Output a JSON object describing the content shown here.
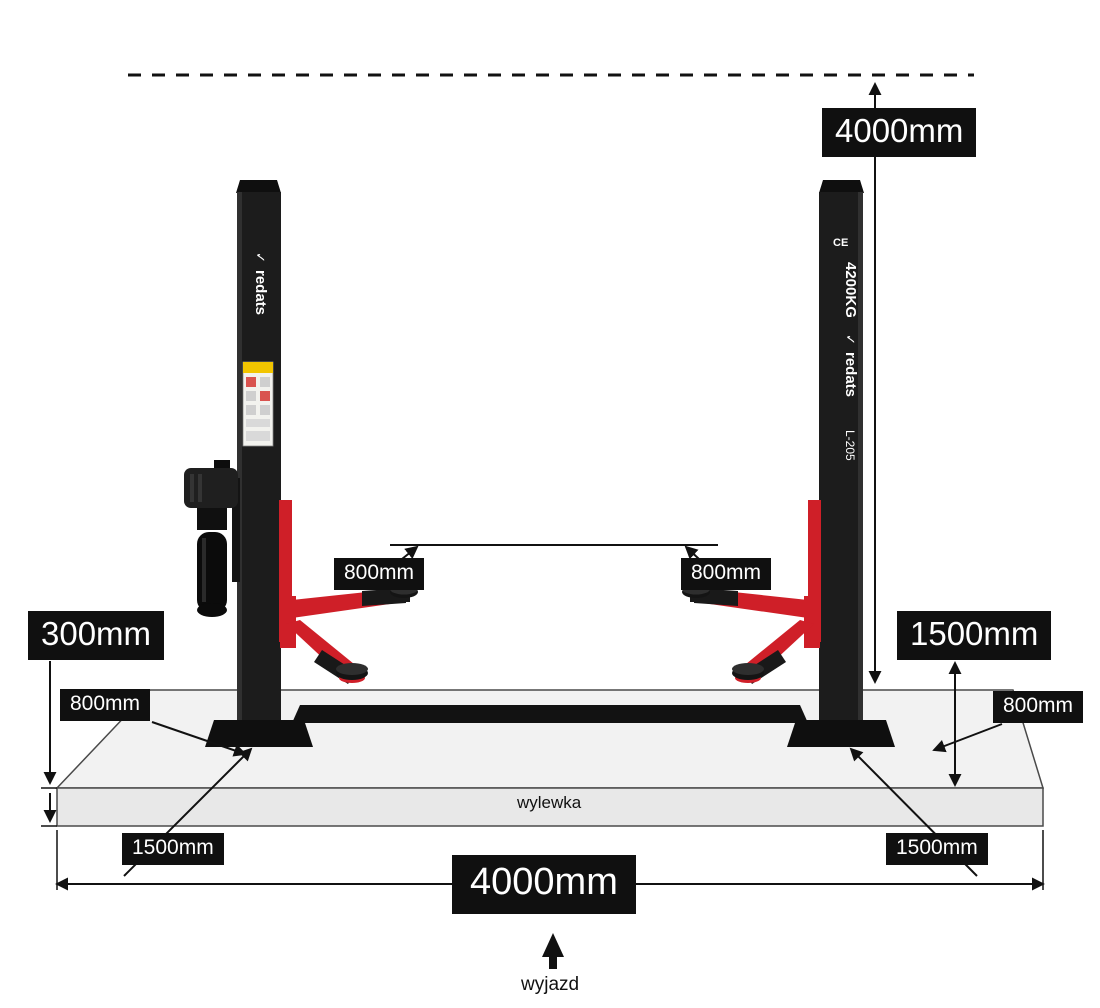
{
  "labels": {
    "ceiling_height": "4000mm",
    "total_width": "4000mm",
    "slab_thickness": "300mm",
    "left_edge_clearance": "800mm",
    "right_edge_clearance": "800mm",
    "arm_span_left": "800mm",
    "arm_span_right": "800mm",
    "side_depth": "1500mm",
    "corner_left": "1500mm",
    "corner_right": "1500mm",
    "slab_caption": "wylewka",
    "exit_caption": "wyjazd"
  },
  "machine": {
    "brand": "redats",
    "capacity": "4200KG",
    "model": "L-205",
    "ce_mark": "CE"
  },
  "icons": {
    "brand_glyph": "✓"
  },
  "colors": {
    "label_bg": "#101010",
    "label_text": "#ffffff",
    "post": "#1c1c1c",
    "arm_red": "#cf1f28",
    "slab_top": "#f2f2f2",
    "slab_front": "#e8e8e8"
  }
}
